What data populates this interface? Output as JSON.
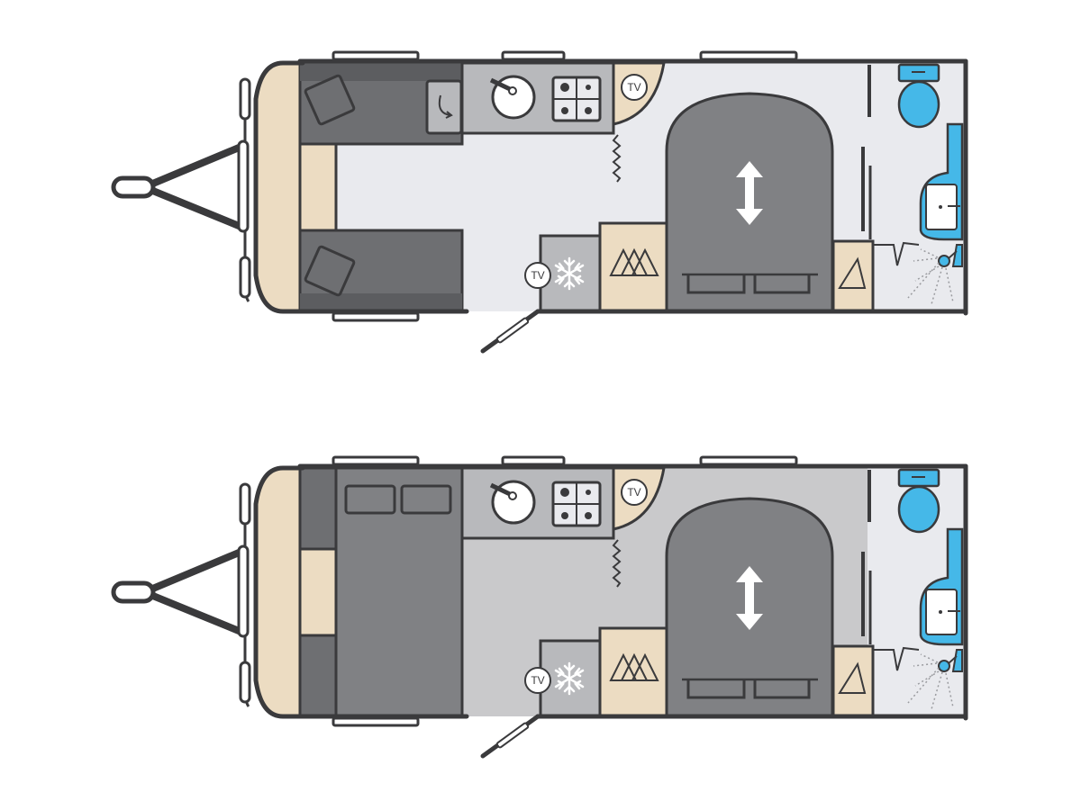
{
  "labels": {
    "tv": "TV"
  },
  "icons": [
    "tow-hitch-icon",
    "sink-icon",
    "hob-icon",
    "tv-icon",
    "fridge-snowflake-icon",
    "hanger-icon",
    "up-down-arrow-icon",
    "toilet-icon",
    "shower-icon",
    "cushion-icon"
  ],
  "colors": {
    "outline": "#3a3a3c",
    "cream": "#ecdcc2",
    "seat_grey": "#6e6f72",
    "bed_grey": "#808184",
    "floor_day": "#e9eaee",
    "floor_night": "#c9c9cb",
    "worktop": "#b8b9bc",
    "washroom_blue": "#45b8e8",
    "window": "#ffffff"
  },
  "layouts": [
    {
      "id": "day"
    },
    {
      "id": "night"
    }
  ]
}
